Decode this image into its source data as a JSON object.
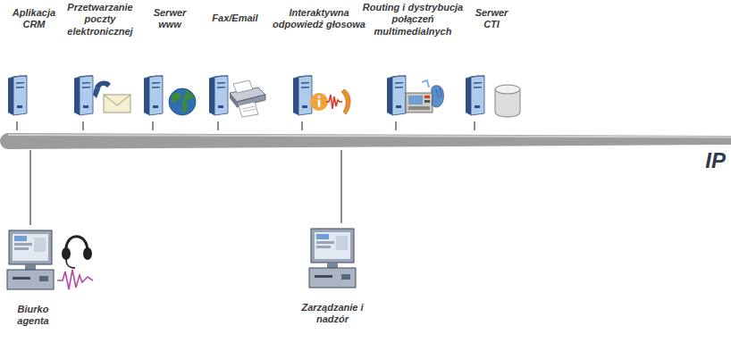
{
  "diagram": {
    "nodes": [
      {
        "text": [
          "Aplikacja CRM"
        ]
      },
      {
        "text": [
          "Przetwarzanie poczty elektronicznej"
        ]
      },
      {
        "text": [
          "Serwer www"
        ]
      },
      {
        "text": [
          "Fax/Email"
        ]
      },
      {
        "text": [
          "Interaktywna odpowiedź głosowa"
        ]
      },
      {
        "text": [
          "Routing i dystrybucja połączeń multimedialnych"
        ]
      },
      {
        "text": [
          "Serwer CTI"
        ]
      },
      {
        "text": [
          "IP"
        ]
      },
      {
        "text": [
          "Biurko agenta"
        ]
      },
      {
        "text": [
          "Zarządzanie i nadzór"
        ]
      }
    ],
    "edges": [
      {
        "from": 0,
        "to": 7,
        "arrow": "none"
      },
      {
        "from": 1,
        "to": 7,
        "arrow": "none"
      },
      {
        "from": 2,
        "to": 7,
        "arrow": "none"
      },
      {
        "from": 3,
        "to": 7,
        "arrow": "none"
      },
      {
        "from": 4,
        "to": 7,
        "arrow": "none"
      },
      {
        "from": 5,
        "to": 7,
        "arrow": "none"
      },
      {
        "from": 6,
        "to": 7,
        "arrow": "none"
      },
      {
        "from": 7,
        "to": 8,
        "arrow": "none"
      },
      {
        "from": 7,
        "to": 9,
        "arrow": "none"
      }
    ]
  }
}
